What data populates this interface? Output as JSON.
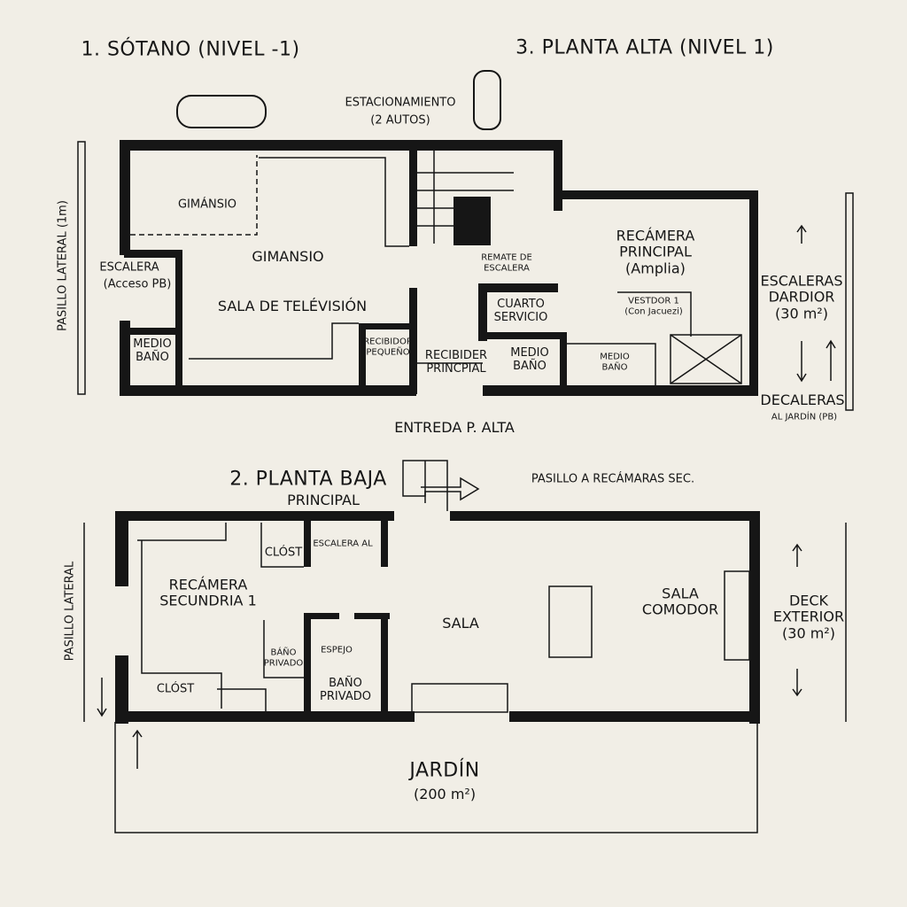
{
  "titles": {
    "basement": "1. SÓTANO (NIVEL -1)",
    "upper": "3. PLANTA ALTA (NIVEL 1)",
    "ground_line1": "2. PLANTA BAJA",
    "ground_line2": "PRINCIPAL"
  },
  "top_plan": {
    "parking_line1": "ESTACIONAMIENTO",
    "parking_line2": "(2 AUTOS)",
    "side_corridor": "PASILLO LATERAL (1m)",
    "gym_small": "GIMÁNSIO",
    "gym": "GIMANSIO",
    "tv_room": "SALA DE TELÉVISIÓN",
    "stair_line1": "ESCALERA",
    "stair_line2": "(Acceso PB)",
    "half_bath_left_1": "MEDIO",
    "half_bath_left_2": "BAÑO",
    "small_foyer_1": "RECIBIDOR",
    "small_foyer_2": "PEQUEÑO",
    "main_foyer_1": "RECIBIDER",
    "main_foyer_2": "PRINCPIAL",
    "half_bath_mid_1": "MEDIO",
    "half_bath_mid_2": "BAÑO",
    "service_1": "CUARTO",
    "service_2": "SERVICIO",
    "stair_end_1": "REMATE DE",
    "stair_end_2": "ESCALERA",
    "master_1": "RECÁMERA",
    "master_2": "PRINCIPAL",
    "master_3": "(Amplia)",
    "closet_1": "VESTDOR 1",
    "closet_2": "(Con Jacuezi)",
    "half_bath_right_1": "MEDIO",
    "half_bath_right_2": "BAÑO",
    "stairs_right_1": "ESCALERAS",
    "stairs_right_2": "DARDIOR",
    "stairs_right_3": "(30 m²)",
    "stairs_garden_1": "DECALERAS",
    "stairs_garden_2": "AL JARDÍN (PB)",
    "entrance": "ENTREDA P. ALTA"
  },
  "bottom_plan": {
    "corridor_label": "PASILLO A RECÁMARAS SEC.",
    "side_corridor": "PASILLO LATERAL",
    "closet_top": "CLÓST",
    "stair_to": "ESCALERA AL",
    "bedroom_1": "RECÁMERA",
    "bedroom_2": "SECUNDRIA 1",
    "bath_a_1": "BÁÑO",
    "bath_a_2": "PRIVADO",
    "mirror": "ESPEJO",
    "bath_b_1": "BAÑO",
    "bath_b_2": "PRIVADO",
    "closet_bottom": "CLÓST",
    "living": "SALA",
    "dining_1": "SALA",
    "dining_2": "COMODOR",
    "deck_1": "DECK",
    "deck_2": "EXTERIOR",
    "deck_3": "(30 m²)",
    "garden": "JARDÍN",
    "garden_area": "(200 m²)"
  }
}
